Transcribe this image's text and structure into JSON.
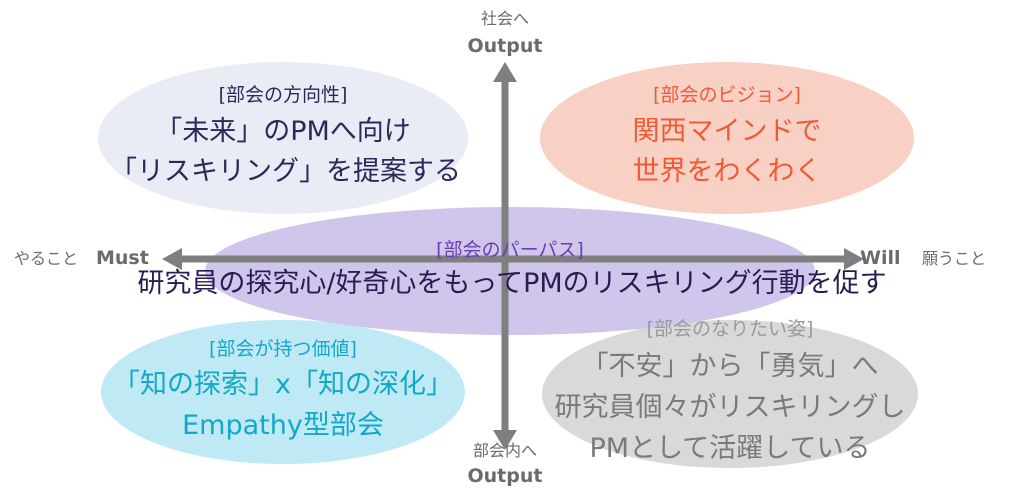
{
  "axes": {
    "top_line1": "社会へ",
    "top_line2": "Output",
    "bottom_line1": "部会内へ",
    "bottom_line2": "Output",
    "left_jp": "やること",
    "left_en": "Must",
    "right_en": "Will",
    "right_jp": "願うこと"
  },
  "quadrants": {
    "top_left": {
      "heading": "[部会の方向性]",
      "lines": [
        "「未来」のPMへ向け",
        "「リスキリング」を提案する"
      ]
    },
    "top_right": {
      "heading": "[部会のビジョン]",
      "lines": [
        "関西マインドで",
        "世界をわくわく"
      ]
    },
    "center": {
      "heading": "[部会のパーパス]",
      "line": "研究員の探究心/好奇心をもってPMのリスキリング行動を促す"
    },
    "bottom_left": {
      "heading": "[部会が持つ価値]",
      "lines": [
        "「知の探索」x「知の深化」",
        "Empathy型部会"
      ]
    },
    "bottom_right": {
      "heading": "[部会のなりたい姿]",
      "lines": [
        "「不安」から「勇気」へ",
        "研究員個々がリスキリングし",
        "PMとして活躍している"
      ]
    }
  },
  "colors": {
    "top_left_fill": "#e9ebf5",
    "top_right_fill": "#f9d0c4",
    "center_fill": "#cbbfe8",
    "bottom_left_fill": "#bfe9f5",
    "bottom_right_fill": "#d9d9d9",
    "axis": "#7f7f7f",
    "top_left_text": "#2a2a5a",
    "top_right_text": "#ee5a35",
    "center_heading": "#6a3fb5",
    "center_text": "#2b1b55",
    "bottom_left_text": "#12a8c8",
    "bottom_right_heading": "#9a9a9a",
    "bottom_right_text": "#7a7a7a"
  }
}
